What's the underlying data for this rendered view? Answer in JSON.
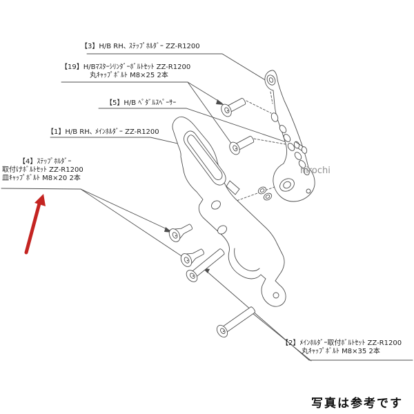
{
  "labels": {
    "l3": {
      "line1": "【3】H/B RH､ ｽﾃｯﾌﾟﾎﾙﾀﾞｰ ZZ-R1200"
    },
    "l19": {
      "line1": "【19】H/Bﾏｽﾀｰｼﾘﾝﾀﾞｰﾎﾞﾙﾄｾｯﾄ ZZ-R1200",
      "line2": "丸ｷｬｯﾌﾟﾎﾞﾙﾄ M8×25 2本"
    },
    "l5": {
      "line1": "【5】H/B ﾍﾟﾀﾞﾙｽﾍﾟｰｻｰ"
    },
    "l1": {
      "line1": "【1】H/B RH､ ﾒｲﾝﾎﾙﾀﾞｰ ZZ-R1200"
    },
    "l4": {
      "line1": "【4】ｽﾃｯﾌﾟﾎﾙﾀﾞｰ",
      "line2": "取付けﾎﾞﾙﾄｾｯﾄ ZZ-R1200",
      "line3": "皿ｷｬｯﾌﾟﾎﾞﾙﾄ M8×20 2本"
    },
    "l2": {
      "line1": "【2】ﾒｲﾝﾎﾙﾀﾞｰ取付ﾎﾞﾙﾄｾｯﾄ ZZ-R1200",
      "line2": "丸ｷｬｯﾌﾟﾎﾞﾙﾄ M8×35 2本"
    }
  },
  "watermark": "hirochi",
  "footer_note": "写真は参考です",
  "colors": {
    "arrow_red": "#c42421",
    "line_gray": "#4d4d4d",
    "watermark_gray": "#8f8f8f"
  }
}
